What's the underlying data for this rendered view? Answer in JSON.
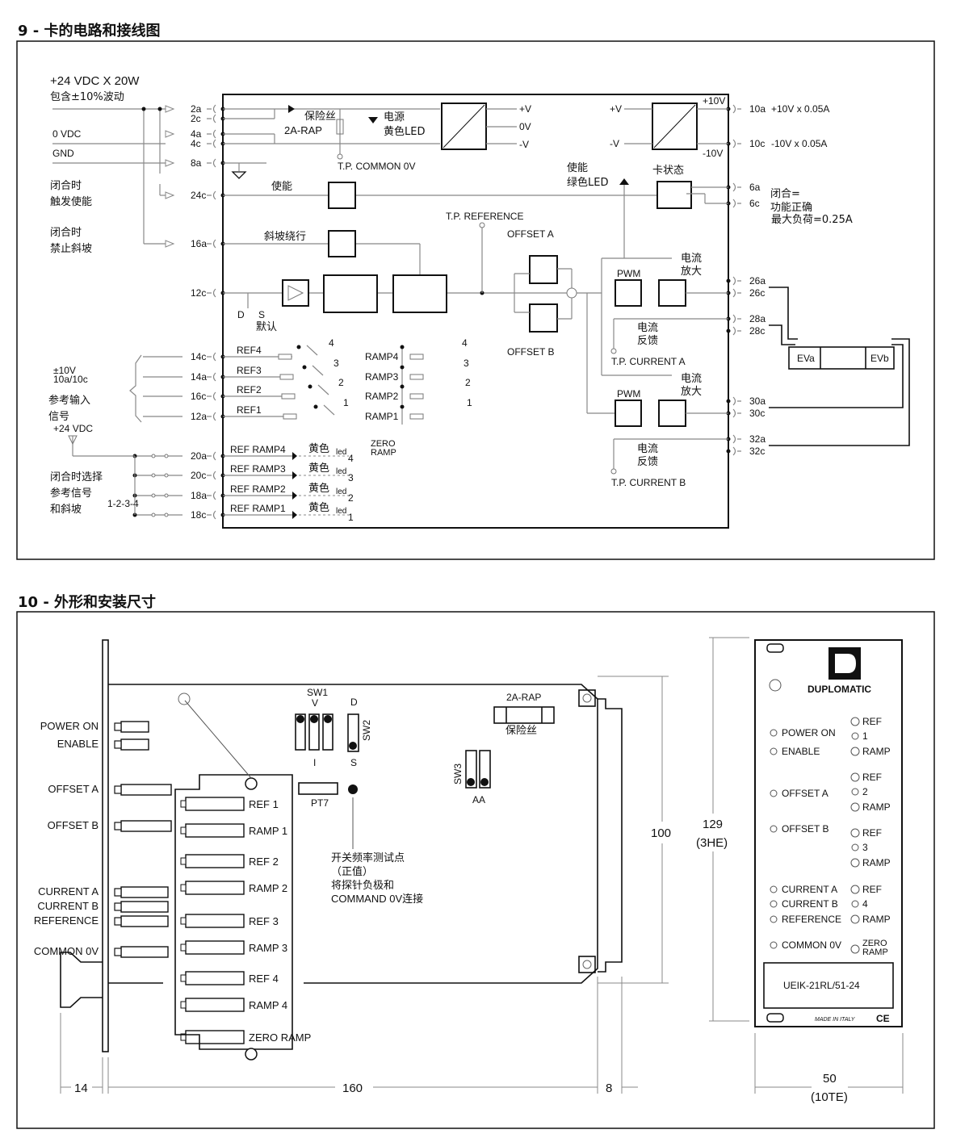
{
  "sections": {
    "circuit_title": "9 - 卡的电路和接线图",
    "dimensions_title": "10 - 外形和安装尺寸"
  },
  "circuit": {
    "supply": {
      "line1": "+24 VDC X 20W",
      "line2": "包含±10%波动",
      "zero": "0 VDC",
      "gnd": "GND"
    },
    "left_notes": {
      "enable1": "闭合时",
      "enable2": "触发使能",
      "ramp1": "闭合时",
      "ramp2": "禁止斜坡",
      "ref_range1": "±10V",
      "ref_range2": "10a/10c",
      "ref_in1": "参考输入",
      "ref_in2": "信号",
      "vdc24": "+24 VDC",
      "sel1": "闭合时选择",
      "sel2": "参考信号",
      "sel3": "和斜坡",
      "sel4": "1-2-3-4"
    },
    "pins_left": [
      "2a",
      "2c",
      "4a",
      "4c",
      "8a",
      "24c",
      "16a",
      "12c",
      "14c",
      "14a",
      "16c",
      "12a",
      "20a",
      "20c",
      "18a",
      "18c"
    ],
    "pins_right": [
      "10a",
      "10c",
      "6a",
      "6c",
      "26a",
      "26c",
      "28a",
      "28c",
      "30a",
      "30c",
      "32a",
      "32c"
    ],
    "right_notes": {
      "p10a": "+10V  x 0.05A",
      "p10c": "-10V  x 0.05A",
      "status1": "闭合=",
      "status2": "功能正确",
      "status3": "最大负荷=0.25A"
    },
    "internal": {
      "fuse1": "保险丝",
      "fuse2": "2A-RAP",
      "power_led1": "电源",
      "power_led2": "黄色LED",
      "tp_common": "T.P. COMMON 0V",
      "plus_v": "+V",
      "zero_v": "0V",
      "minus_v": "-V",
      "plus_10v": "+10V",
      "minus_10v": "-10V",
      "enable": "使能",
      "ramp_bypass": "斜坡绕行",
      "enable_led1": "使能",
      "enable_led2": "绿色LED",
      "card_status": "卡状态",
      "tp_reference": "T.P. REFERENCE",
      "offset_a": "OFFSET A",
      "offset_b": "OFFSET B",
      "pwm": "PWM",
      "cur_amp1": "电流",
      "cur_amp2": "放大",
      "cur_fb1": "电流",
      "cur_fb2": "反馈",
      "tp_current_a": "T.P. CURRENT A",
      "tp_current_b": "T.P. CURRENT B",
      "d": "D",
      "s": "S",
      "default": "默认",
      "refs": [
        "REF4",
        "REF3",
        "REF2",
        "REF1"
      ],
      "ramps": [
        "RAMP4",
        "RAMP3",
        "RAMP2",
        "RAMP1"
      ],
      "zero_ramp1": "ZERO",
      "zero_ramp2": "RAMP",
      "sel_nums": [
        "4",
        "3",
        "2",
        "1"
      ],
      "ref_ramps": [
        "REF RAMP4",
        "REF RAMP3",
        "REF RAMP2",
        "REF RAMP1"
      ],
      "yellow": "黄色",
      "led": "led",
      "eva": "EVa",
      "evb": "EVb"
    }
  },
  "dimensions": {
    "front_labels": [
      "POWER ON",
      "ENABLE",
      "OFFSET A",
      "OFFSET B",
      "CURRENT A",
      "CURRENT B",
      "REFERENCE",
      "COMMON 0V"
    ],
    "trimmers": [
      "REF 1",
      "RAMP 1",
      "REF 2",
      "RAMP 2",
      "REF 3",
      "RAMP 3",
      "REF 4",
      "RAMP 4",
      "ZERO RAMP"
    ],
    "sw1": "SW1",
    "sw1_v": "V",
    "sw1_i": "I",
    "sw2": "SW2",
    "sw2_d": "D",
    "sw2_s": "S",
    "sw3": "SW3",
    "sw3_a": "AA",
    "pt7": "PT7",
    "fuse": "2A-RAP",
    "fuse_cn": "保险丝",
    "test_note": [
      "开关频率测试点",
      "（正值）",
      "将探针负极和",
      "COMMAND 0V连接"
    ],
    "dim_14": "14",
    "dim_160": "160",
    "dim_8": "8",
    "dim_100": "100",
    "dim_129": "129",
    "dim_3he": "(3HE)",
    "dim_50": "50",
    "dim_10te": "(10TE)",
    "panel": {
      "brand": "DUPLOMATIC",
      "left_leds": [
        "POWER ON",
        "ENABLE",
        "OFFSET A",
        "OFFSET B",
        "CURRENT A",
        "CURRENT B",
        "REFERENCE",
        "COMMON 0V"
      ],
      "right_leds": [
        "REF",
        "1",
        "RAMP",
        "REF",
        "2",
        "RAMP",
        "REF",
        "3",
        "RAMP",
        "REF",
        "4",
        "RAMP"
      ],
      "zero1": "ZERO",
      "zero2": "RAMP",
      "model": "UEIK-21RL/51-24",
      "made_in": "MADE IN ITALY",
      "ce": "CE"
    }
  }
}
